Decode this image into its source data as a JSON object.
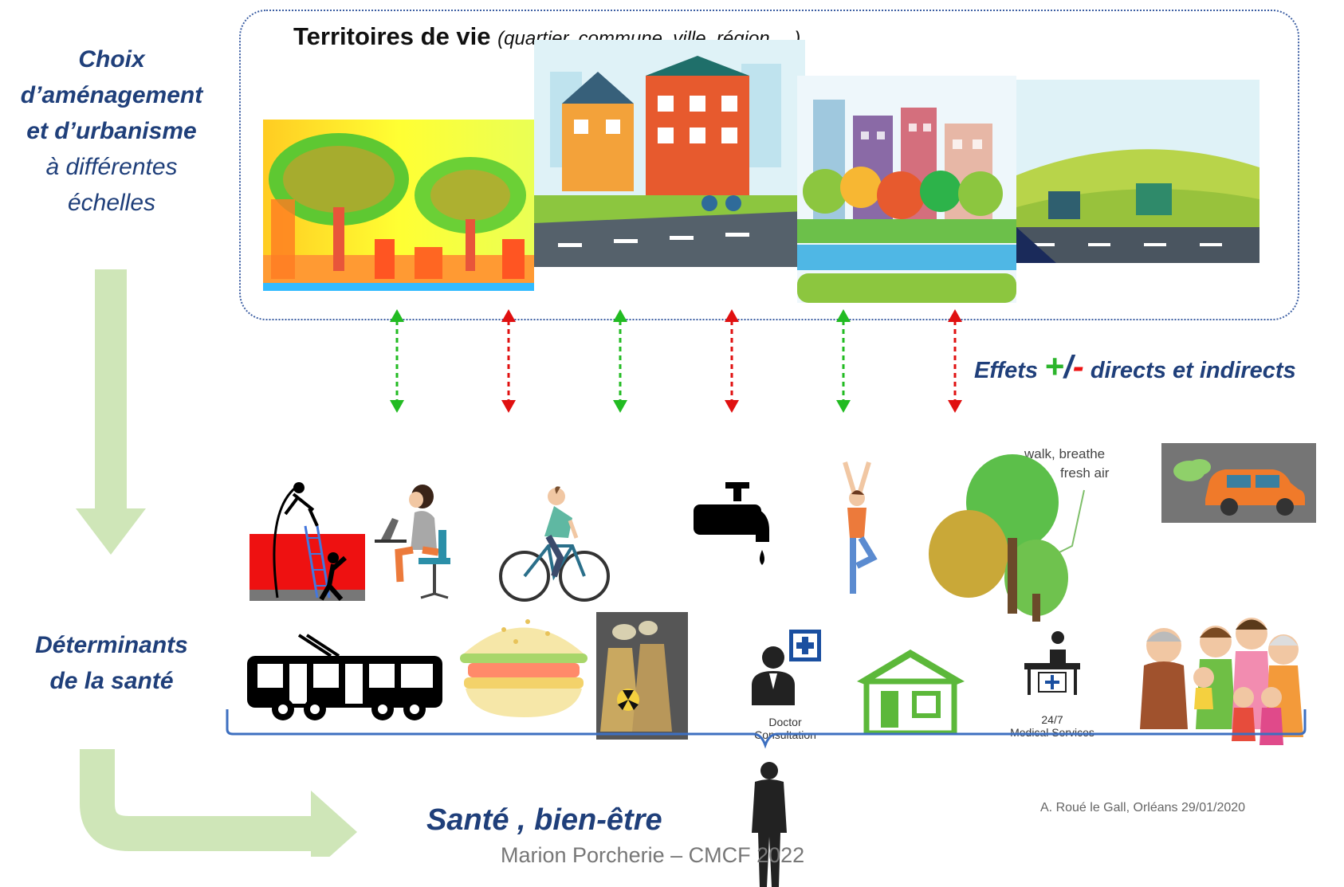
{
  "left_labels": {
    "top_bold": [
      "Choix",
      "d’aménagement",
      "et d’urbanisme"
    ],
    "top_italic": [
      "à différentes",
      "échelles"
    ],
    "middle": [
      "Déterminants",
      "de la santé"
    ]
  },
  "territoires": {
    "title": "Territoires de vie",
    "subtitle": "(quartier, commune, ville, région,…)"
  },
  "effects": {
    "label_prefix": "Effets",
    "plus": "+",
    "slash": "/",
    "minus": "-",
    "label_suffix": "directs et indirects",
    "arrow_colors": [
      "#22bb22",
      "#e01010",
      "#22bb22",
      "#e01010",
      "#22bb22",
      "#e01010"
    ]
  },
  "icons": {
    "tree_caption_1": "walk, breathe",
    "tree_caption_2": "fresh air",
    "doctor_1": "Doctor",
    "doctor_2": "Consultation",
    "medical_1": "24/7",
    "medical_2": "Medical Services",
    "names": [
      "pole-vault-icon",
      "laptop-worker-icon",
      "cyclist-icon",
      "water-tap-icon",
      "yoga-icon",
      "trees-icon",
      "car-pollution-icon",
      "trolleybus-icon",
      "burger-icon",
      "nuclear-plant-icon",
      "doctor-icon",
      "house-icon",
      "medical-services-icon",
      "family-icon"
    ]
  },
  "outcome": "Santé , bien-être",
  "footer": "Marion Porcherie – CMCF 2022",
  "credit": "A. Roué le Gall, Orléans 29/01/2020"
}
